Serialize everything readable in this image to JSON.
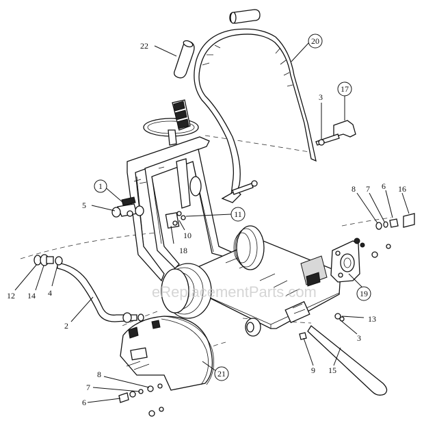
{
  "watermark": "eReplacementParts.com",
  "callouts": [
    {
      "label": "1"
    },
    {
      "label": "2"
    },
    {
      "label": "3"
    },
    {
      "label": "3"
    },
    {
      "label": "4"
    },
    {
      "label": "5"
    },
    {
      "label": "6"
    },
    {
      "label": "6"
    },
    {
      "label": "7"
    },
    {
      "label": "7"
    },
    {
      "label": "8"
    },
    {
      "label": "8"
    },
    {
      "label": "9"
    },
    {
      "label": "10"
    },
    {
      "label": "11"
    },
    {
      "label": "12"
    },
    {
      "label": "13"
    },
    {
      "label": "14"
    },
    {
      "label": "15"
    },
    {
      "label": "16"
    },
    {
      "label": "17"
    },
    {
      "label": "18"
    },
    {
      "label": "19"
    },
    {
      "label": "20"
    },
    {
      "label": "21"
    },
    {
      "label": "22"
    }
  ]
}
